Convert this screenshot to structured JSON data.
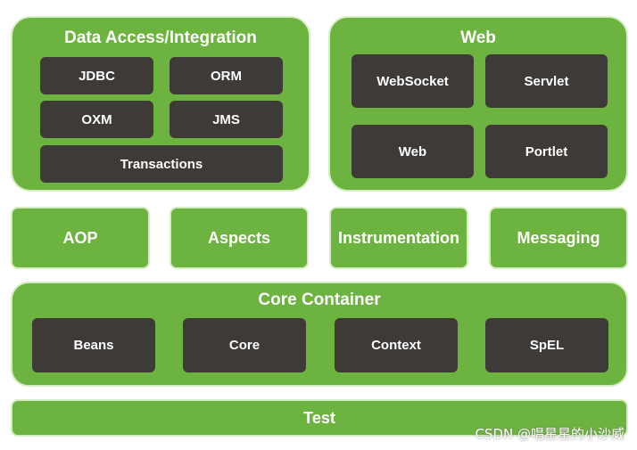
{
  "data_access": {
    "title": "Data Access/Integration",
    "modules": [
      "JDBC",
      "ORM",
      "OXM",
      "JMS",
      "Transactions"
    ]
  },
  "web": {
    "title": "Web",
    "modules": [
      "WebSocket",
      "Servlet",
      "Web",
      "Portlet"
    ]
  },
  "middle": [
    "AOP",
    "Aspects",
    "Instrumentation",
    "Messaging"
  ],
  "core": {
    "title": "Core Container",
    "modules": [
      "Beans",
      "Core",
      "Context",
      "SpEL"
    ]
  },
  "test": "Test",
  "watermark": "CSDN @唱星星的小沙威",
  "colors": {
    "green": "#6db33f",
    "dark": "#3d3a38",
    "text": "#ffffff"
  }
}
